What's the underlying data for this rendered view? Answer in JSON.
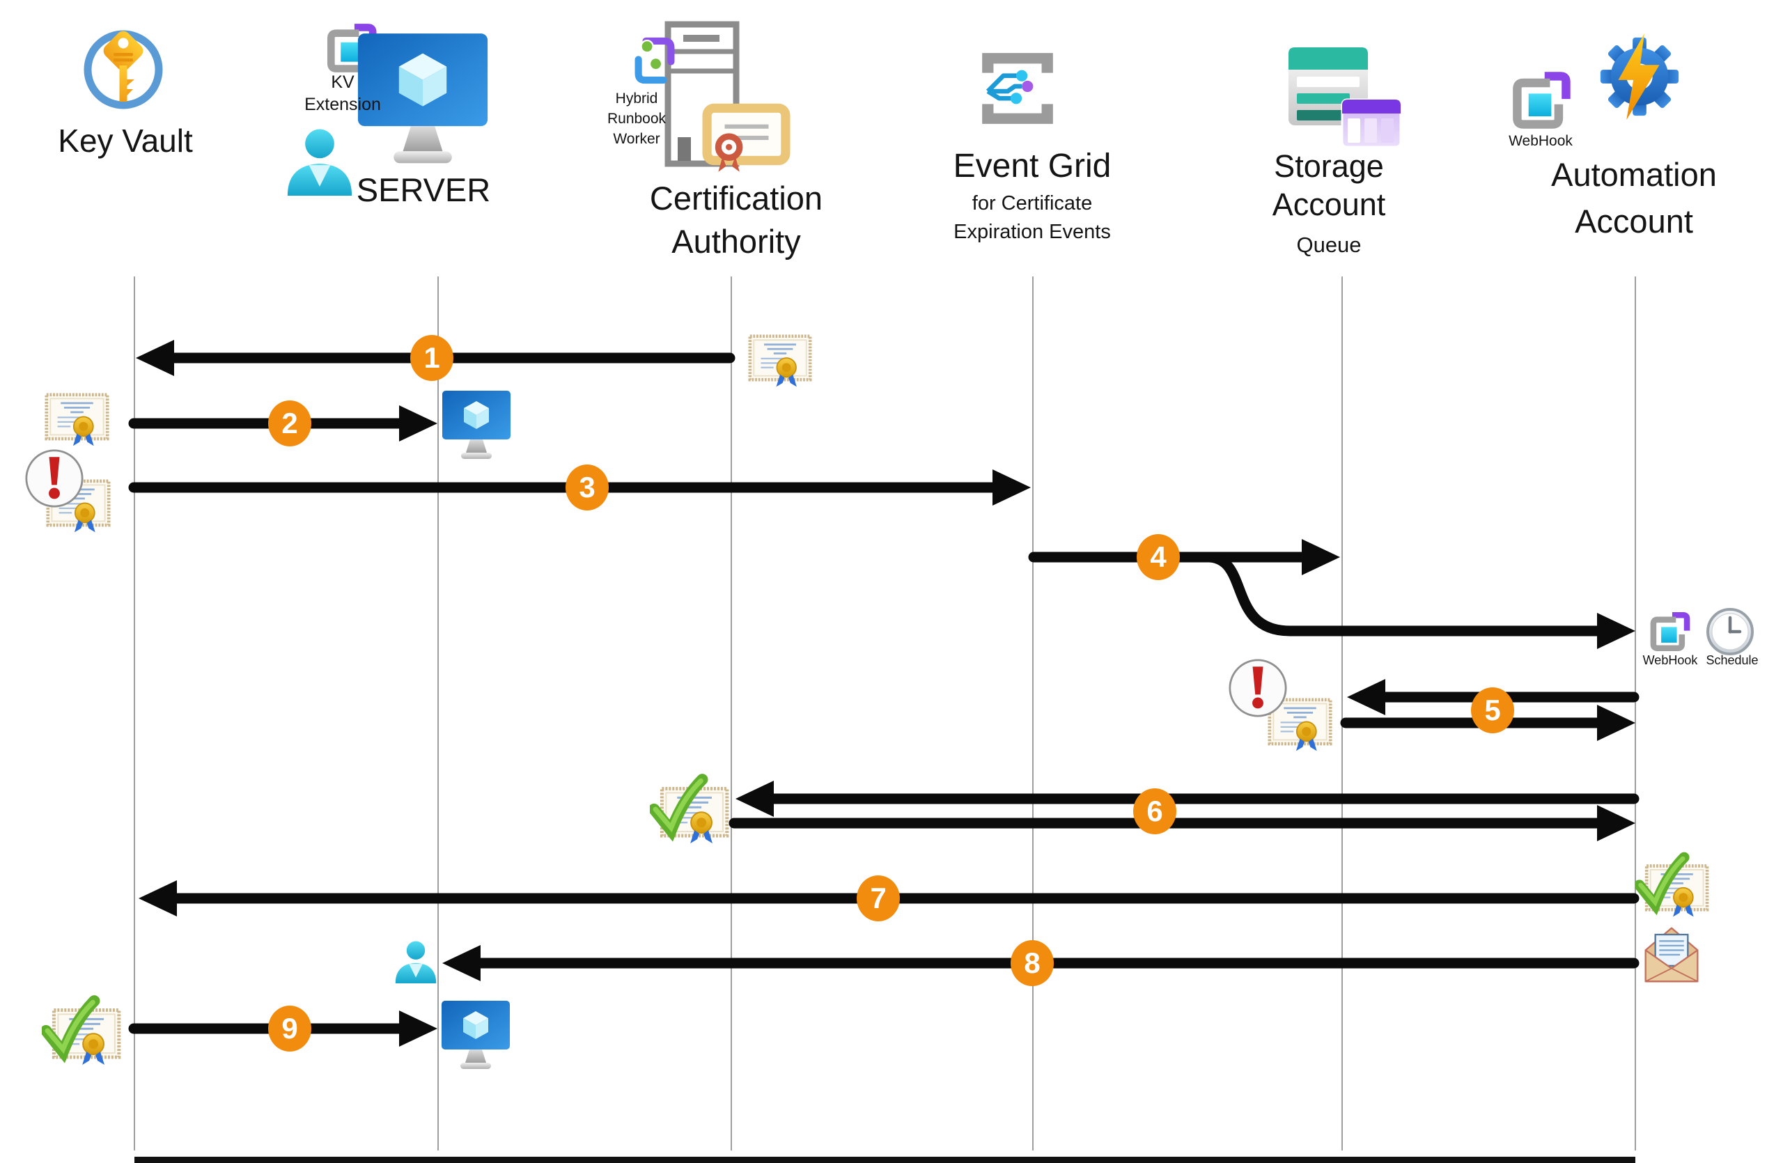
{
  "participants": [
    {
      "label": "Key Vault"
    },
    {
      "label": "SERVER",
      "extension_line1": "KV",
      "extension_line2": "Extension"
    },
    {
      "label_line1": "Certification",
      "label_line2": "Authority",
      "worker_line1": "Hybrid",
      "worker_line2": "Runbook",
      "worker_line3": "Worker"
    },
    {
      "label": "Event Grid",
      "subtitle_line1": "for Certificate",
      "subtitle_line2": "Expiration Events"
    },
    {
      "label_line1": "Storage",
      "label_line2": "Account",
      "subtitle": "Queue"
    },
    {
      "label_line1": "Automation",
      "label_line2": "Account",
      "webhook_label": "WebHook"
    }
  ],
  "steps": [
    "1",
    "2",
    "3",
    "4",
    "5",
    "6",
    "7",
    "8",
    "9"
  ],
  "annotations": {
    "webhook": "WebHook",
    "schedule": "Schedule"
  },
  "icon_names": [
    "key-vault",
    "kv-extension",
    "virtual-machine",
    "user",
    "server-tower",
    "hybrid-runbook-worker",
    "certificate",
    "event-grid",
    "storage-account",
    "queue",
    "webhook",
    "automation-gear",
    "expired-certificate",
    "renewed-certificate",
    "email-envelope",
    "schedule-clock"
  ],
  "colors": {
    "badge_orange": "#F28C0E",
    "arrow_black": "#0B0B0B",
    "lifeline_gray": "#9E9E9E",
    "key_vault_ring": "#5B9BD5",
    "key_gold": "#F5A81C",
    "azure_vm_blue": "#1E78CE",
    "person_cyan": "#2BBFDE",
    "runbook_purple": "#8A52E8",
    "runbook_blue": "#3E9BE8",
    "event_grid_blue": "#1D9BD7",
    "event_grid_dot_purple": "#A35BE8",
    "storage_teal": "#2CB9A2",
    "queue_purple": "#7937E3",
    "webhook_cyan": "#2BC9EE",
    "gear_blue": "#2F7CD6",
    "bolt_orange": "#F9A11B",
    "cert_ribbon_red": "#CB5A41",
    "alert_red": "#C81E1E",
    "check_green": "#5FAE2C"
  }
}
